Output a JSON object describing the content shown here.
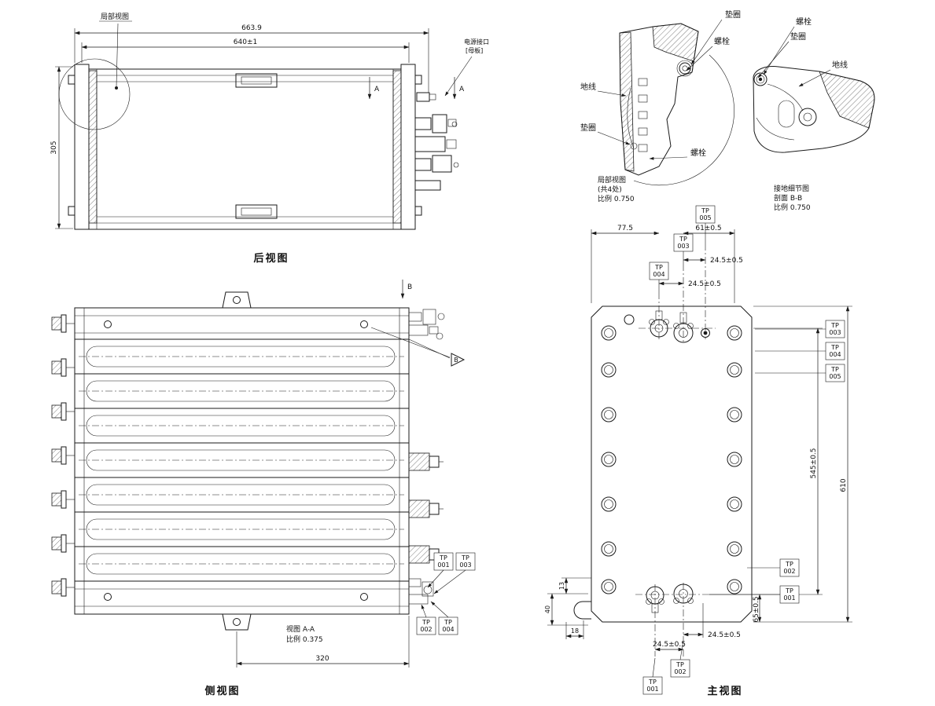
{
  "drawing": {
    "bg_color": "#ffffff",
    "line_color": "#1a1a1a"
  },
  "rear_view": {
    "title": "后视图",
    "callout_detail": "局部视图",
    "callout_power_line1": "电源接口",
    "callout_power_line2": "[母板]",
    "dim_overall_width": "663.9",
    "dim_bolt_span": "640±1",
    "dim_height": "305",
    "section_label": "A"
  },
  "detail_view_a": {
    "label_washer_top": "垫圈",
    "label_bolt_top": "螺栓",
    "label_ground_wire": "地线",
    "label_washer_side": "垫圈",
    "label_bolt_side": "螺栓",
    "caption_line1": "局部视图",
    "caption_line2": "(共4处)",
    "caption_line3": "比例 0.750"
  },
  "detail_view_b": {
    "label_bolt": "螺栓",
    "label_washer": "垫圈",
    "label_ground_wire": "地线",
    "caption_line1": "接地细节图",
    "caption_line2": "剖面  B-B",
    "caption_line3": "比例 0.750"
  },
  "side_view": {
    "title": "侧视图",
    "section_label": "B",
    "caption_view": "视图  A-A",
    "caption_scale": "比例  0.375",
    "dim_mount_span": "320",
    "tp_callouts": {
      "tp001": [
        "TP",
        "001"
      ],
      "tp002": [
        "TP",
        "002"
      ],
      "tp003": [
        "TP",
        "003"
      ],
      "tp004": [
        "TP",
        "004"
      ]
    }
  },
  "front_view": {
    "title": "主视图",
    "dim_top_left": "77.5",
    "dim_top_right": "61±0.5",
    "dim_port_upper": "24.5±0.5",
    "dim_port_lower": "24.5±0.5",
    "dim_height_inner": "545±0.5",
    "dim_height_overall": "610",
    "dim_bottom_right": "24.5±0.5",
    "dim_bottom_left": "24.5±0.5",
    "dim_bottom_offset": "65±0.5",
    "dim_left_13": "13",
    "dim_left_40": "40",
    "dim_left_18": "18",
    "tp_callouts": {
      "tp001": [
        "TP",
        "001"
      ],
      "tp002": [
        "TP",
        "002"
      ],
      "tp003": [
        "TP",
        "003"
      ],
      "tp004": [
        "TP",
        "004"
      ],
      "tp005": [
        "TP",
        "005"
      ]
    }
  }
}
